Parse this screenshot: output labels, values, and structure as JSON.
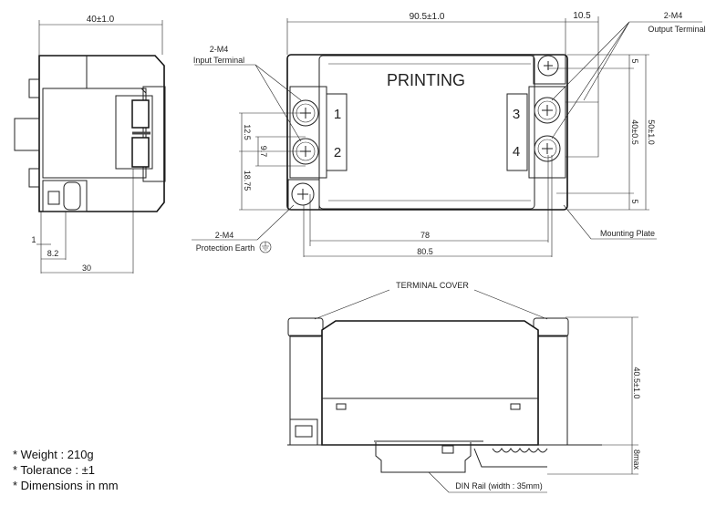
{
  "side_view": {
    "width_dim": "40±1.0",
    "dim_1": "1",
    "dim_8_2": "8.2",
    "dim_30": "30"
  },
  "top_view": {
    "length_dim": "90.5±1.0",
    "offset_dim": "10.5",
    "printing_label": "PRINTING",
    "input_terminal": {
      "spec": "2-M4",
      "label": "Input Terminal"
    },
    "output_terminal": {
      "spec": "2-M4",
      "label": "Output Terminal"
    },
    "protection_earth": {
      "spec": "2-M4",
      "label": "Protection Earth"
    },
    "terminal_numbers": [
      "1",
      "2",
      "3",
      "4"
    ],
    "pitch_dims": [
      "12.5",
      "9.7",
      "18.75"
    ],
    "right_dims": {
      "top": "5",
      "inner": "40±0.5",
      "outer": "50±1.0",
      "bottom": "5"
    },
    "bottom_dims": {
      "inner": "78",
      "outer": "80.5"
    },
    "mounting_plate": "Mounting Plate"
  },
  "front_view": {
    "terminal_cover": "TERMINAL COVER",
    "height_dim": "40.5±1.0",
    "rail_dim": "8max",
    "din_rail": "DIN Rail (width : 35mm)"
  },
  "notes": [
    "* Weight : 210g",
    "* Tolerance : ±1",
    "* Dimensions in mm"
  ]
}
